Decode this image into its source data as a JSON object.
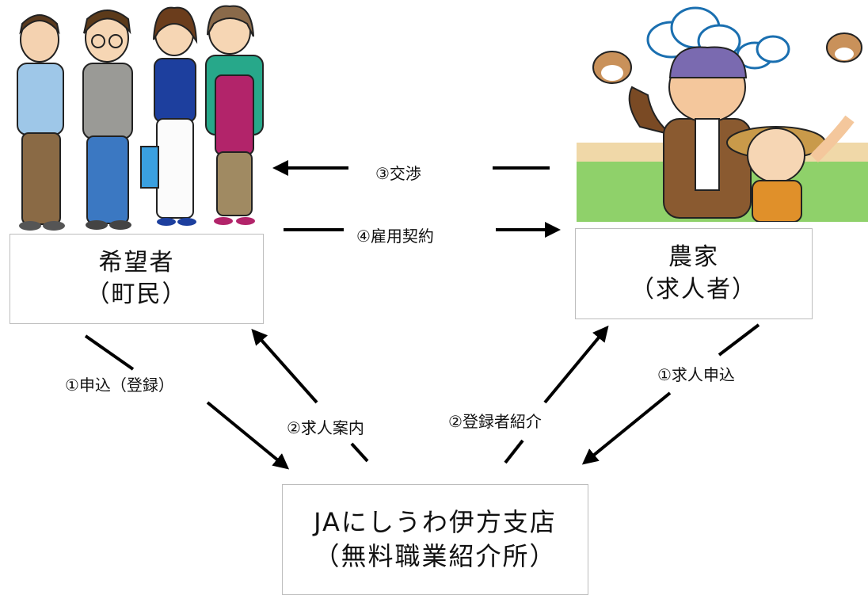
{
  "nodes": {
    "applicant": {
      "line1": "希望者",
      "line2": "（町民）"
    },
    "farmer": {
      "line1": "農家",
      "line2": "（求人者）"
    },
    "ja": {
      "line1": "JAにしうわ伊方支店",
      "line2": "（無料職業紹介所）"
    }
  },
  "edges": {
    "negotiation": "③交渉",
    "contract": "④雇用契約",
    "apply_register": "①申込（登録）",
    "job_guidance": "②求人案内",
    "registrant_intro": "②登録者紹介",
    "job_apply": "①求人申込"
  },
  "illustrations": {
    "people": "group-of-four-people",
    "farmers": "farmers-with-sky-and-field"
  },
  "colors": {
    "arrow": "#000000",
    "box_border": "#bdbdbd",
    "field": "#8fd16a",
    "sky_cloud": "#1a6fb0"
  }
}
